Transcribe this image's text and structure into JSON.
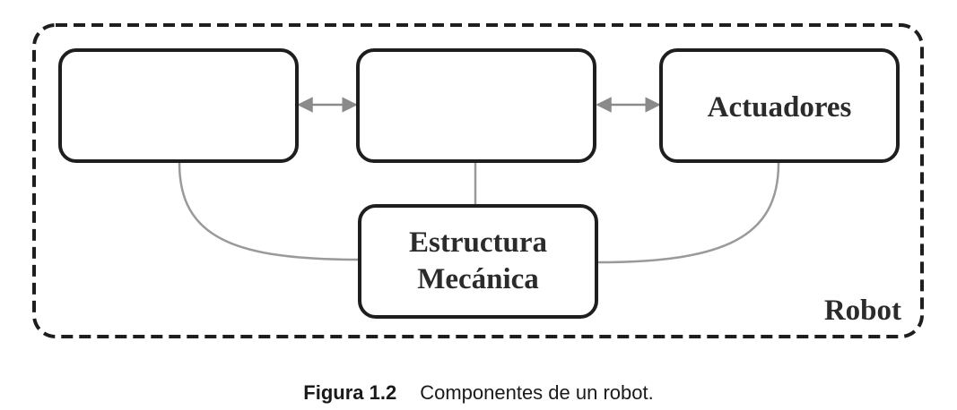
{
  "diagram": {
    "container_label": "Robot",
    "boxes": {
      "left": {
        "label": ""
      },
      "center": {
        "label": ""
      },
      "right": {
        "label": "Actuadores"
      },
      "bottom": {
        "line1": "Estructura",
        "line2": "Mecánica"
      }
    }
  },
  "caption": {
    "number": "Figura 1.2",
    "text": "Componentes de un robot."
  },
  "colors": {
    "stroke": "#1e1e1e",
    "connector": "#9a9a9a",
    "arrow": "#8a8a8a"
  }
}
